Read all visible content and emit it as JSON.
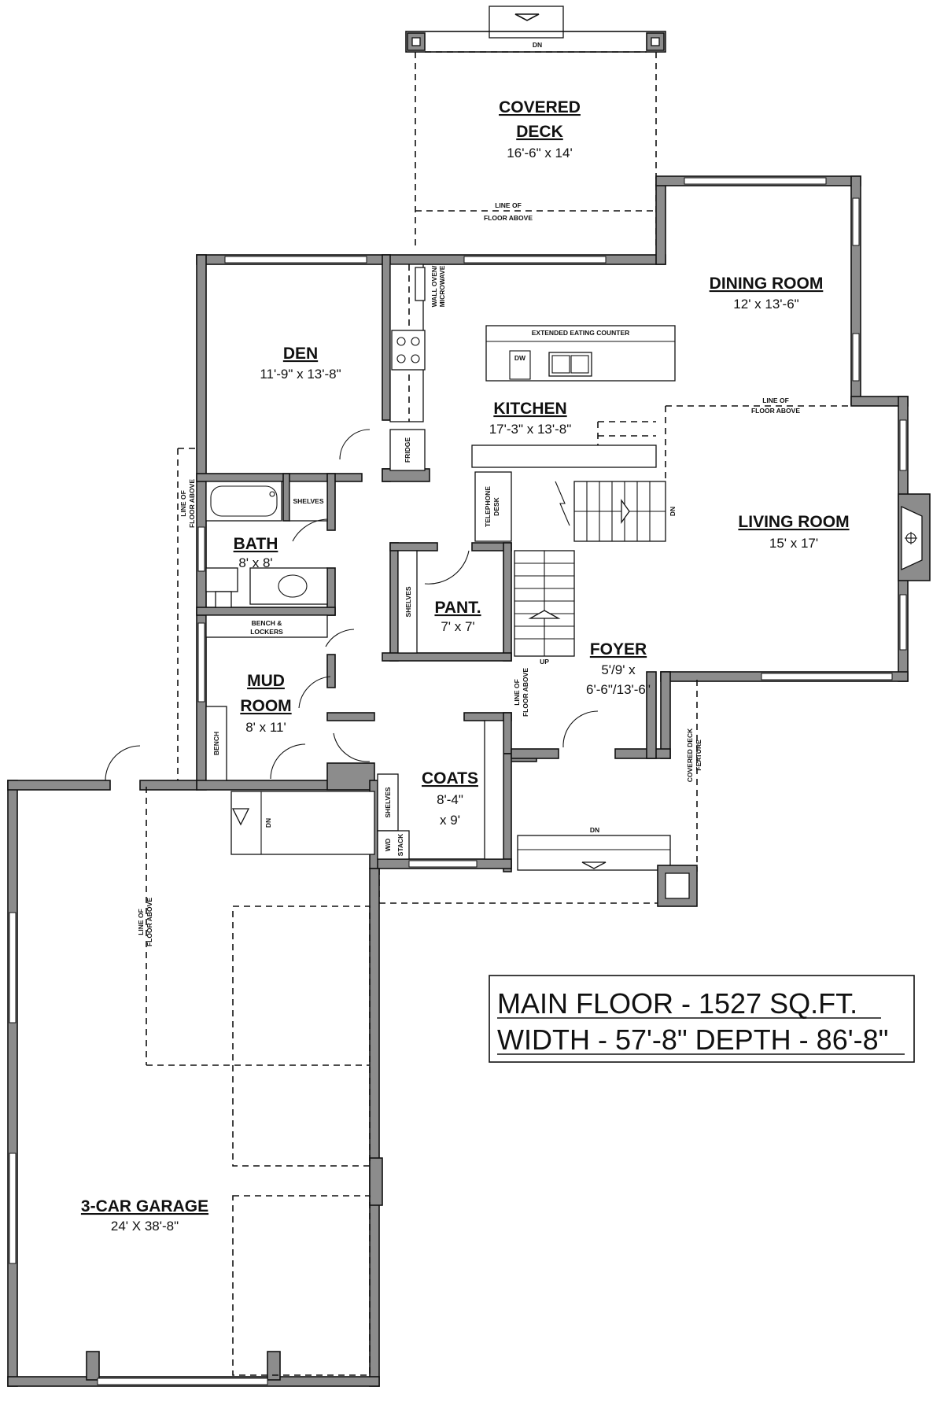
{
  "rooms": {
    "covered_deck": {
      "name": "COVERED",
      "name2": "DECK",
      "dim": "16'-6\" x 14'"
    },
    "dining": {
      "name": "DINING ROOM",
      "dim": "12' x 13'-6\""
    },
    "den": {
      "name": "DEN",
      "dim": "11'-9\" x 13'-8\""
    },
    "kitchen": {
      "name": "KITCHEN",
      "dim": "17'-3\" x 13'-8\""
    },
    "living": {
      "name": "LIVING ROOM",
      "dim": "15' x 17'"
    },
    "bath": {
      "name": "BATH",
      "dim": "8' x 8'"
    },
    "pantry": {
      "name": "PANT.",
      "dim": "7' x 7'"
    },
    "foyer": {
      "name": "FOYER",
      "dim1": "5'/9' x",
      "dim2": "6'-6\"/13'-6\""
    },
    "mud": {
      "name": "MUD",
      "name2": "ROOM",
      "dim": "8' x 11'"
    },
    "coats": {
      "name": "COATS",
      "dim1": "8'-4\"",
      "dim2": "x 9'"
    },
    "garage": {
      "name": "3-CAR GARAGE",
      "dim": "24' X 38'-8\""
    }
  },
  "notes": {
    "dn": "DN",
    "up": "UP",
    "line_of": "LINE OF",
    "floor_above": "FLOOR ABOVE",
    "wall_oven_1": "WALL OVEN/",
    "wall_oven_2": "MICROWAVE",
    "eating_counter": "EXTENDED EATING COUNTER",
    "dw": "DW",
    "fridge": "FRIDGE",
    "telephone_1": "TELEPHONE",
    "telephone_2": "DESK",
    "shelves": "SHELVES",
    "bench_lockers_1": "BENCH &",
    "bench_lockers_2": "LOCKERS",
    "bench": "BENCH",
    "wd_1": "W/D",
    "wd_2": "STACK",
    "covered_deck_feature_1": "COVERED DECK",
    "covered_deck_feature_2": "FEATURE"
  },
  "title_block": {
    "line1": "MAIN FLOOR - 1527 SQ.FT.",
    "line2": "WIDTH - 57'-8\" DEPTH - 86'-8\""
  }
}
